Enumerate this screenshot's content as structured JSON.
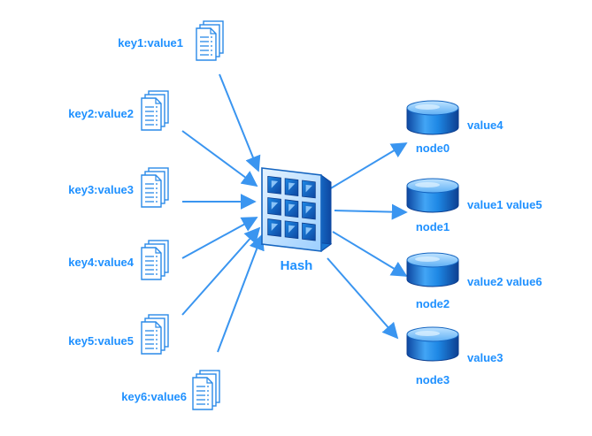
{
  "hash": {
    "label": "Hash",
    "icon": "hash-grid-icon"
  },
  "keys": [
    {
      "label": "key1:value1",
      "icon": "document-icon"
    },
    {
      "label": "key2:value2",
      "icon": "document-icon"
    },
    {
      "label": "key3:value3",
      "icon": "document-icon"
    },
    {
      "label": "key4:value4",
      "icon": "document-icon"
    },
    {
      "label": "key5:value5",
      "icon": "document-icon"
    },
    {
      "label": "key6:value6",
      "icon": "document-icon"
    }
  ],
  "nodes": [
    {
      "label": "node0",
      "values": "value4",
      "icon": "database-icon"
    },
    {
      "label": "node1",
      "values": "value1 value5",
      "icon": "database-icon"
    },
    {
      "label": "node2",
      "values": "value2 value6",
      "icon": "database-icon"
    },
    {
      "label": "node3",
      "values": "value3",
      "icon": "database-icon"
    }
  ],
  "colors": {
    "label": "#1e90ff",
    "arrow": "#3a95f0",
    "doc_stroke": "#2a8ae8",
    "db_dark": "#1565c0",
    "db_light": "#7fc4ff"
  }
}
